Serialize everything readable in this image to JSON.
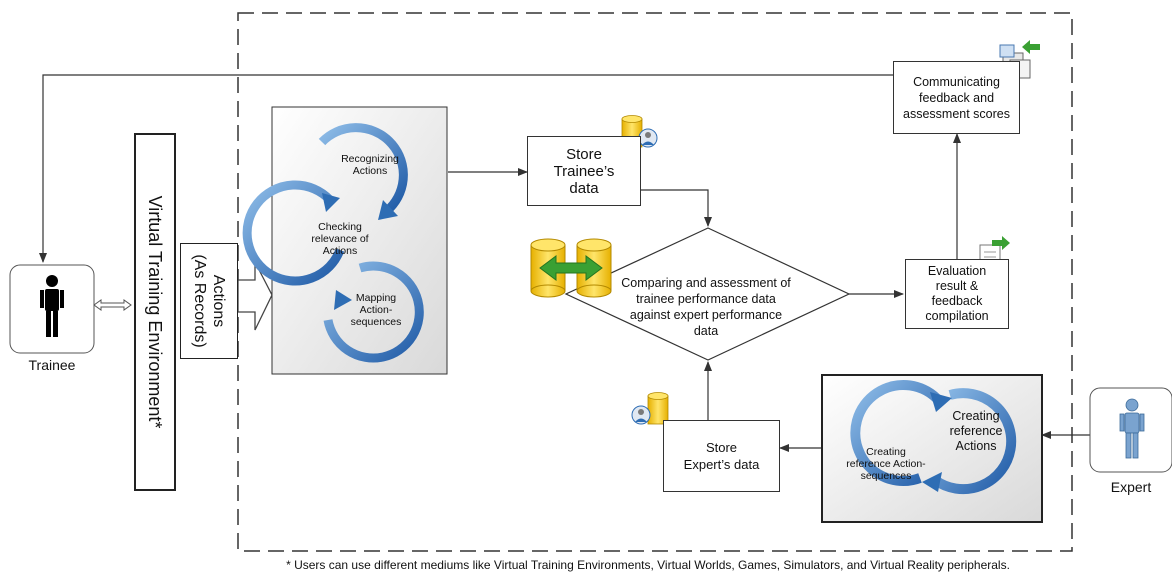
{
  "actors": {
    "trainee": {
      "label": "Trainee",
      "icon": "person-icon",
      "color": "#000000"
    },
    "expert": {
      "label": "Expert",
      "icon": "person-icon",
      "color": "#7aa3cf"
    }
  },
  "vte": {
    "label": "Virtual Training Environment*"
  },
  "actions": {
    "label_line1": "Actions",
    "label_line2": "(As Records)"
  },
  "process_cycle": {
    "steps": [
      "Recognizing Actions",
      "Checking relevance of Actions",
      "Mapping Action-sequences"
    ]
  },
  "store_trainee": {
    "label": "Store Trainee’s data",
    "icon": "database-user-icon"
  },
  "comparison": {
    "label": "Comparing and assessment of trainee performance data against expert performance data",
    "icon": "database-compare-icon"
  },
  "evaluation": {
    "label": "Evaluation result & feedback compilation",
    "icon": "document-user-icon"
  },
  "communicating": {
    "label": "Communicating feedback and assessment scores",
    "icon": "send-feedback-icon"
  },
  "store_expert": {
    "label": "Store Expert’s data",
    "icon": "database-user-icon"
  },
  "reference_cycle": {
    "steps": [
      "Creating reference Actions",
      "Creating reference Action-sequences"
    ]
  },
  "footnote": "* Users can use different mediums like Virtual Training Environments, Virtual Worlds, Games, Simulators, and Virtual Reality peripherals.",
  "colors": {
    "accent_blue": "#2e6db4",
    "light_blue": "#6fa5dc",
    "db_yellow": "#f5c518",
    "arrow_green": "#3aa033"
  }
}
